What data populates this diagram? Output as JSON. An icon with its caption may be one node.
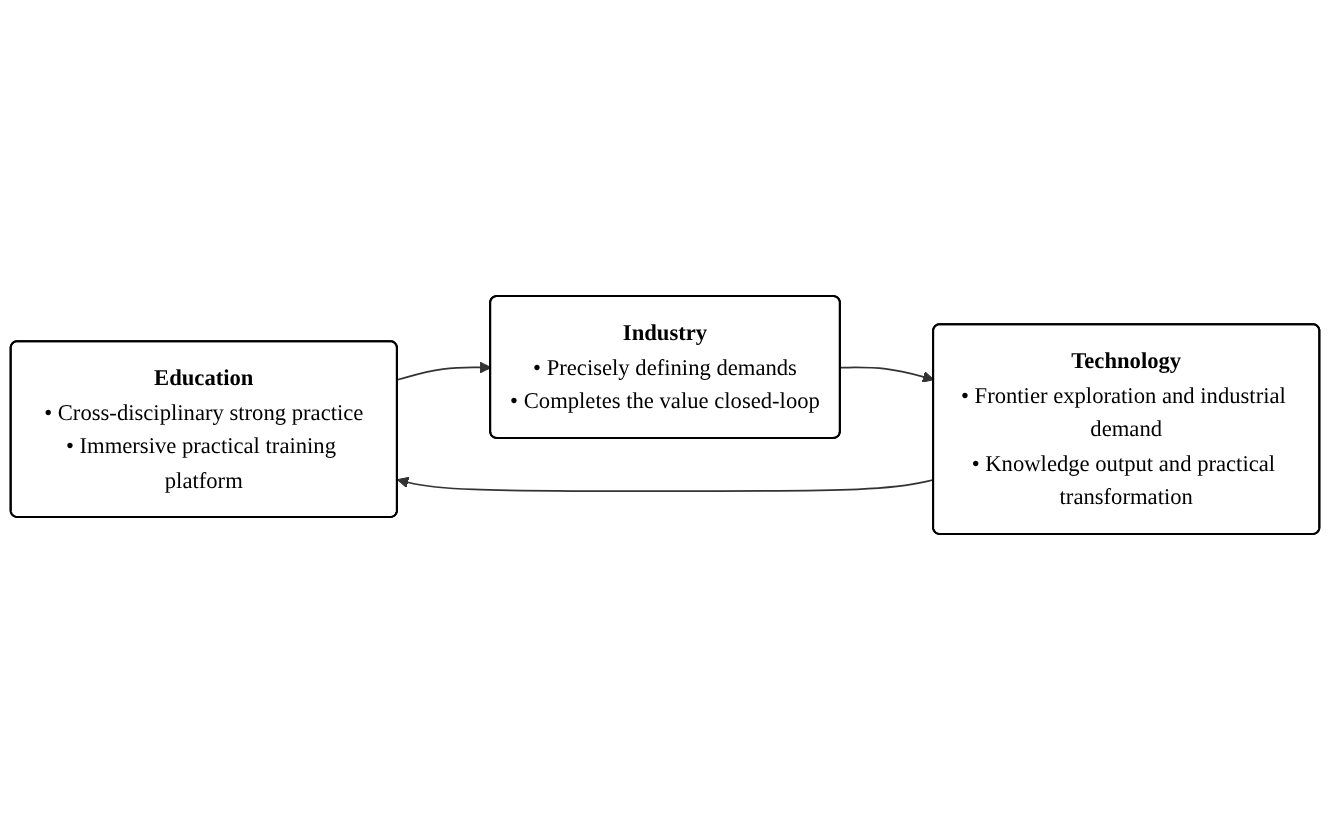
{
  "diagram": {
    "nodes": [
      {
        "text": [
          "Education",
          "• Cross-disciplinary strong practice",
          "• Immersive practical training platform"
        ]
      },
      {
        "text": [
          "Industry",
          "• Precisely defining demands",
          "• Completes the value closed-loop"
        ]
      },
      {
        "text": [
          "Technology",
          "• Frontier exploration and industrial demand",
          "• Knowledge output and practical transformation"
        ]
      }
    ],
    "edges": [
      {
        "from": 0,
        "to": 1,
        "arrow": "to"
      },
      {
        "from": 1,
        "to": 2,
        "arrow": "to"
      },
      {
        "from": 2,
        "to": 0,
        "arrow": "to"
      }
    ]
  }
}
